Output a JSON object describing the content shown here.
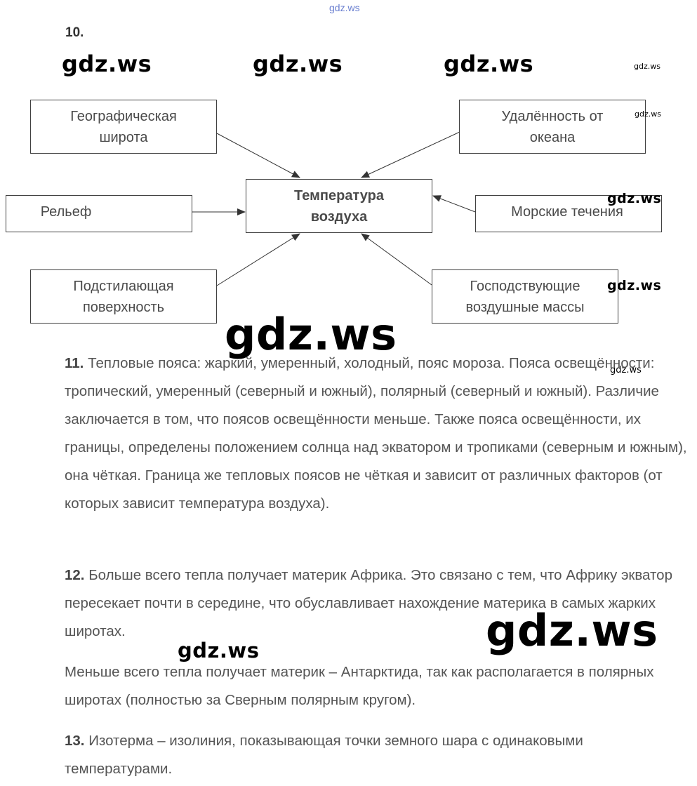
{
  "watermark_top": "gdz.ws",
  "q10": {
    "number": "10."
  },
  "watermarks": {
    "row1": [
      "gdz.ws",
      "gdz.ws",
      "gdz.ws"
    ],
    "small": "gdz.ws",
    "medium": "gdz.ws",
    "large": "gdz.ws"
  },
  "diagram": {
    "center": "Температура воздуха",
    "factors": {
      "latitude": "Географическая широта",
      "ocean_distance": "Удалённость от океана",
      "relief": "Рельеф",
      "currents": "Морские течения",
      "surface": "Подстилающая поверхность",
      "air_masses": "Господствующие воздушные массы"
    }
  },
  "q11": {
    "number": "11.",
    "text": "Тепловые пояса: жаркий, умеренный, холодный, пояс мороза. Пояса освещённости: тропический, умеренный (северный и южный), полярный (северный и южный). Различие заключается в том, что поясов освещённости меньше. Также пояса освещённости, их границы, определены положением солнца над экватором и тропиками (северным и южным), она чёткая. Граница же тепловых поясов не чёткая и зависит от различных факторов (от которых зависит температура воздуха)."
  },
  "q12": {
    "number": "12.",
    "text1": "Больше всего тепла получает материк Африка. Это связано с тем, что Африку экватор пересекает почти в середине, что обуславливает нахождение материка в самых жарких широтах.",
    "text2": "Меньше всего тепла получает материк – Антарктида, так как располагается в полярных широтах (полностью за Сверным полярным кругом)."
  },
  "q13": {
    "number": "13.",
    "text": "Изотерма – изолиния, показывающая точки земного шара с одинаковыми температурами."
  }
}
